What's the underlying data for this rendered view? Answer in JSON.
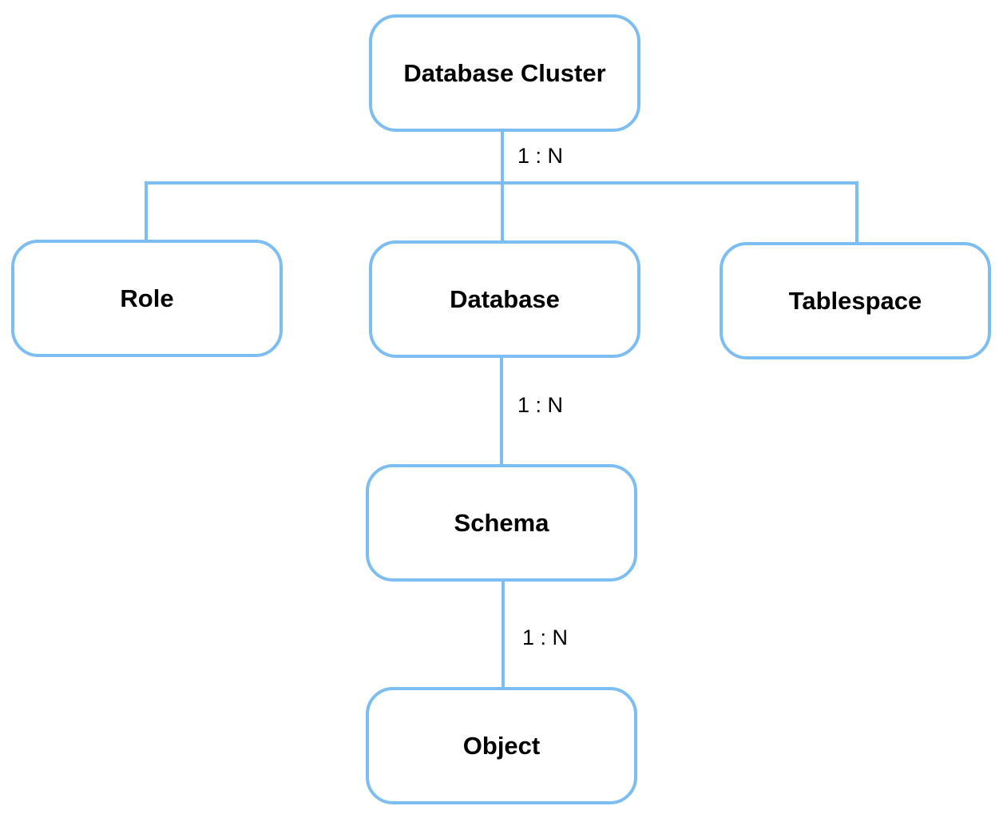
{
  "diagram": {
    "nodes": {
      "cluster": "Database Cluster",
      "role": "Role",
      "database": "Database",
      "tablespace": "Tablespace",
      "schema": "Schema",
      "object": "Object"
    },
    "relations": {
      "cluster_children": "1 : N",
      "database_schema": "1 : N",
      "schema_object": "1 : N"
    },
    "colors": {
      "stroke": "#7cbdf2",
      "text": "#000000",
      "background": "#ffffff"
    }
  }
}
